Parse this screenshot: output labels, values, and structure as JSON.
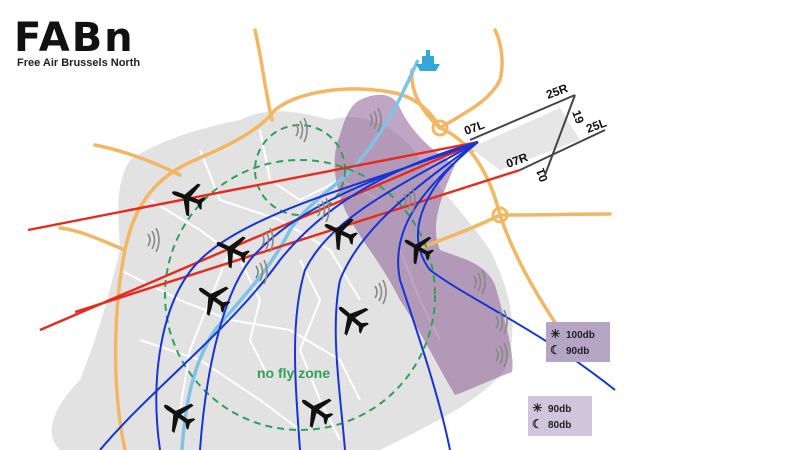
{
  "logo": {
    "title": "FABn",
    "subtitle": "Free Air Brussels North"
  },
  "runways": {
    "r07L": "07L",
    "r07R": "07R",
    "r25R": "25R",
    "r25L": "25L",
    "r19": "19",
    "r01": "01"
  },
  "zone_label": "no fly zone",
  "legend": [
    {
      "day": "100db",
      "night": "90db",
      "color": "#b4a5c5",
      "sun_icon": "sun-icon",
      "moon_icon": "moon-icon"
    },
    {
      "day": "90db",
      "night": "80db",
      "color": "#cfc6db",
      "sun_icon": "sun-icon",
      "moon_icon": "moon-icon"
    }
  ],
  "colors": {
    "city": "#e2e2e2",
    "roads": "#f3b763",
    "river": "#7ec3e6",
    "route_red": "#e8291b",
    "route_blue": "#1734d6",
    "zone_circle": "#2fa05a",
    "noise_area": "#8b5d95"
  },
  "icons": [
    "airplane-icon",
    "ship-icon",
    "noise-wave-icon",
    "sun-icon",
    "moon-icon"
  ]
}
